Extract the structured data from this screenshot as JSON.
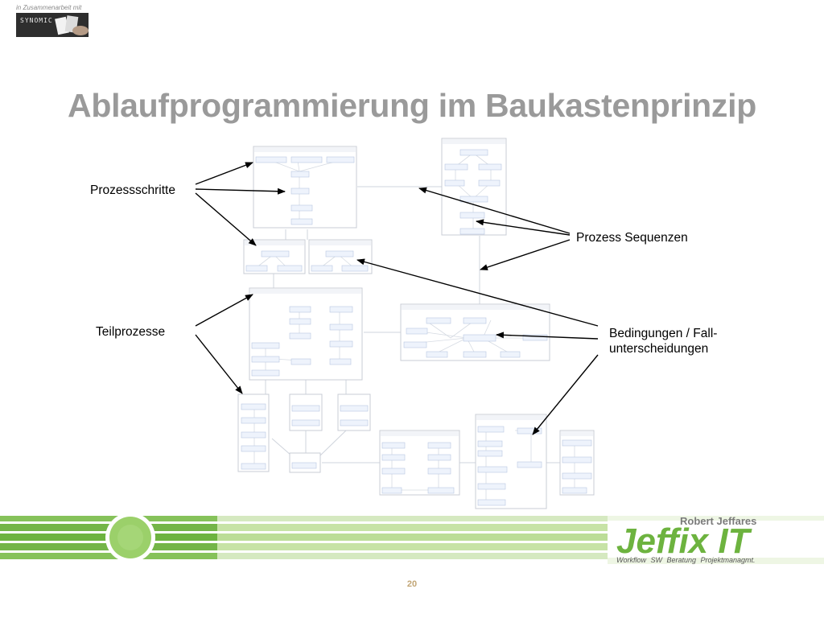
{
  "partner": {
    "text": "in Zusammenarbeit mit",
    "logo_word": "SYNOMIC"
  },
  "title": "Ablaufprogrammierung im Baukastenprinzip",
  "labels": {
    "prozessschritte": "Prozessschritte",
    "teilprozesse": "Teilprozesse",
    "prozess_sequenzen": "Prozess Sequenzen",
    "bedingungen_line1": "Bedingungen / Fall-",
    "bedingungen_line2": "unterscheidungen"
  },
  "footer": {
    "page_number": "20",
    "person": "Robert Jeffares",
    "brand": "Jeffix IT",
    "tagline": "Workflow SW   Beratung   Projektmanagmt."
  },
  "colors": {
    "title": "#9a9a9a",
    "brand_green": "#6db33f",
    "stripe_light": "#c7e3a6",
    "node_fill": "#eef3fc",
    "node_border": "#b8c7e0",
    "frame_border": "#c8ccd6"
  }
}
